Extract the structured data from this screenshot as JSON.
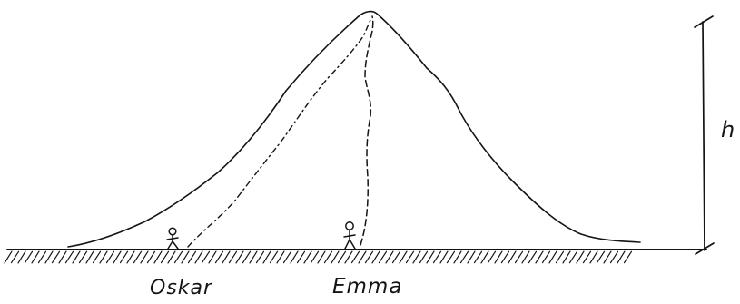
{
  "labels": {
    "oskar": "Oskar",
    "emma": "Emma",
    "height": "h"
  },
  "figures": {
    "oskar_figure_icon": "stick-figure",
    "emma_figure_icon": "stick-figure"
  },
  "paths": {
    "oskar_path_style": "dash-dot",
    "emma_path_style": "dashed"
  },
  "colors": {
    "ink": "#141414",
    "background": "#ffffff"
  }
}
